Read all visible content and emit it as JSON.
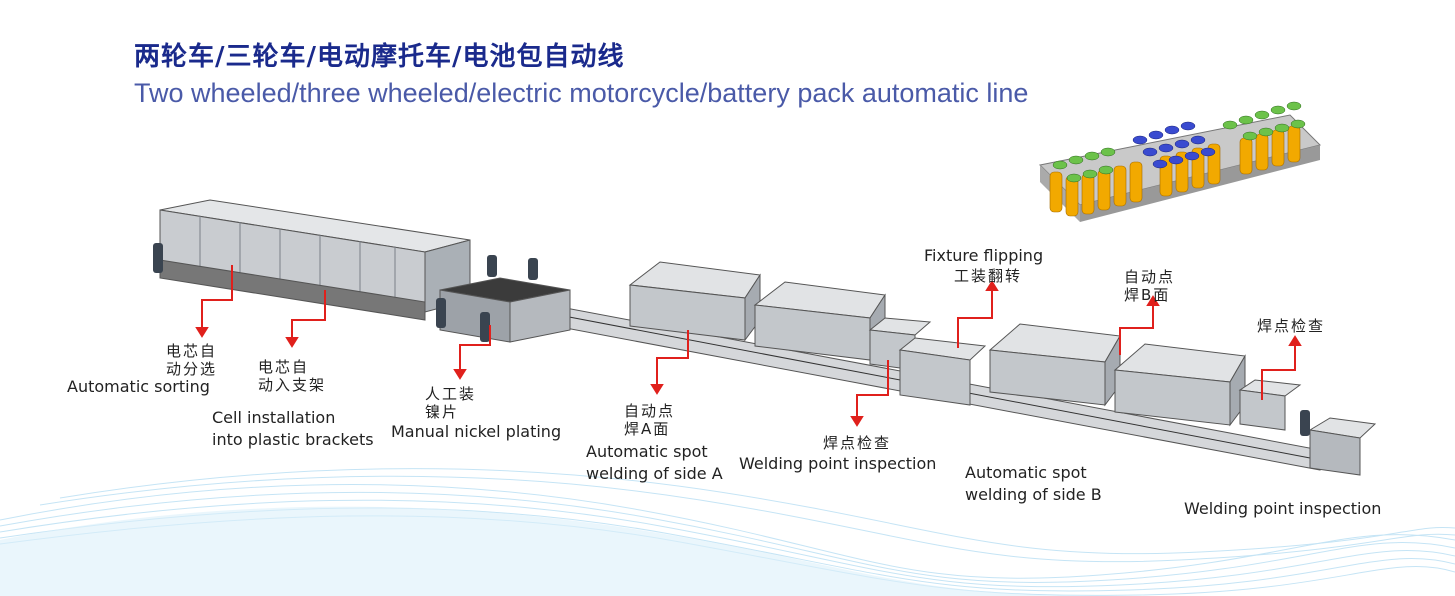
{
  "title_cn": "两轮车/三轮车/电动摩托车/电池包自动线",
  "title_en": "Two wheeled/three wheeled/electric motorcycle/battery pack automatic line",
  "stations": [
    {
      "cn1": "电芯自",
      "cn2": "动分选",
      "en1": "Automatic sorting",
      "en2": ""
    },
    {
      "cn1": "电芯自",
      "cn2": "动入支架",
      "en1": "Cell installation",
      "en2": "into plastic brackets"
    },
    {
      "cn1": "人工装",
      "cn2": "镍片",
      "en1": "Manual nickel plating",
      "en2": ""
    },
    {
      "cn1": "自动点",
      "cn2": "焊A面",
      "en1": "Automatic spot",
      "en2": "welding of side A"
    },
    {
      "cn1": "焊点检查",
      "cn2": "",
      "en1": "Welding point inspection",
      "en2": ""
    },
    {
      "cn1": "工装翻转",
      "cn2": "",
      "en1": "Fixture flipping",
      "en2": ""
    },
    {
      "cn1": "自动点",
      "cn2": "焊B面",
      "en1": "Automatic spot",
      "en2": "welding of side B"
    },
    {
      "cn1": "焊点检查",
      "cn2": "",
      "en1": "Welding point inspection",
      "en2": ""
    }
  ],
  "colors": {
    "title": "#1a2a8c",
    "subtitle": "#4a5aa8",
    "arrow": "#e0201c",
    "machine": "#8a8f96",
    "wave": "#9fd3ef"
  }
}
